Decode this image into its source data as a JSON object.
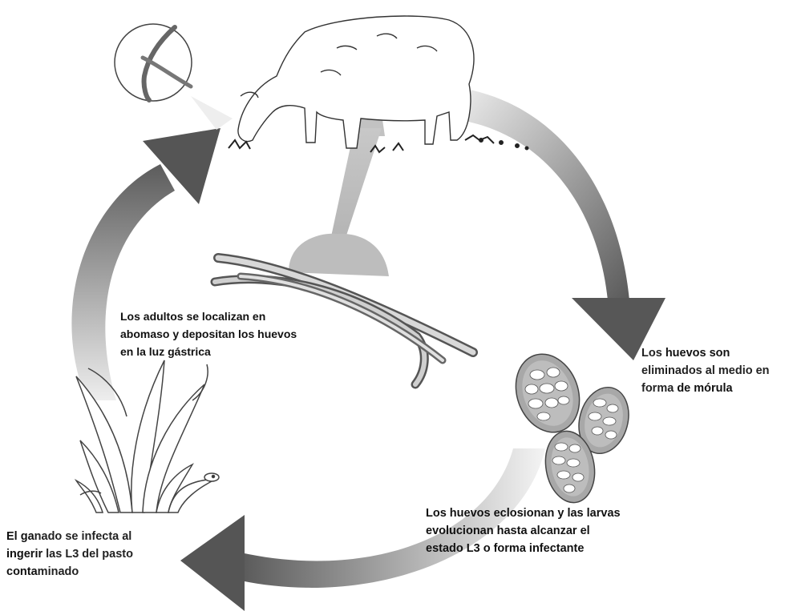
{
  "labels": {
    "adults": {
      "lines": [
        "Los adultos se localizan en",
        "abomaso y depositan los huevos",
        "en la luz gástrica"
      ]
    },
    "eggs": {
      "prefix": "Los ",
      "bold": "huevos son",
      "line2": "eliminados al medio en",
      "line3_a": "forma ",
      "line3_b": "de mórula"
    },
    "hatch": {
      "lines": [
        "Los huevos eclosionan y las larvas",
        "evolucionan hasta alcanzar el",
        "estado L3 o forma infectante"
      ]
    },
    "infect": {
      "l1_a": "El ga",
      "l1_b": "nado se infecta al",
      "l2_a": "ingerir",
      "l2_b": " las L3 del pasto",
      "l3_a": "conta",
      "l3_b": "minado"
    }
  },
  "colors": {
    "arrow_dark": "#555555",
    "arrow_light": "#e8e8e8",
    "egg_fill": "#b0b0b0",
    "egg_cell": "#ffffff",
    "sheep_fill": "#ffffff",
    "outline": "#333333",
    "beam": "#bdbdbd"
  },
  "icons": [
    "sheep-icon",
    "worm-inset-icon",
    "adult-worms-icon",
    "egg-icon",
    "larvae-grass-icon",
    "cycle-arrow-icon"
  ]
}
